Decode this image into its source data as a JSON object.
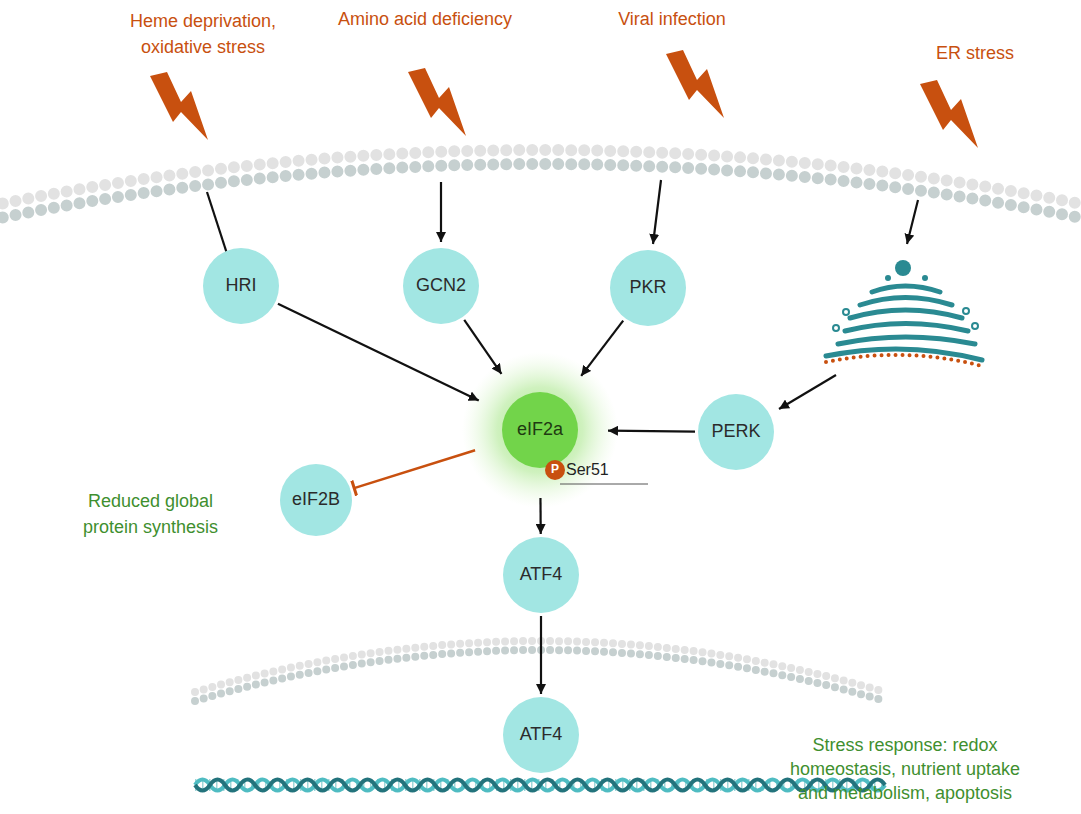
{
  "diagram": {
    "nodes": [
      {
        "text": [
          "HRI"
        ]
      },
      {
        "text": [
          "GCN2"
        ]
      },
      {
        "text": [
          "PKR"
        ]
      },
      {
        "text": [
          "eIF2a"
        ]
      },
      {
        "text": [
          "P"
        ],
        "in": 3
      },
      {
        "text": [
          "PERK"
        ]
      },
      {
        "text": [
          "eIF2B"
        ]
      },
      {
        "text": [
          "ATF4"
        ]
      },
      {
        "text": [
          "ATF4"
        ]
      }
    ],
    "edges": [
      {
        "from": 0,
        "to": 3,
        "arrow": "to"
      },
      {
        "from": 1,
        "to": 3,
        "arrow": "to"
      },
      {
        "from": 2,
        "to": 3,
        "arrow": "to"
      },
      {
        "from": 5,
        "to": 3,
        "arrow": "to"
      },
      {
        "from": 3,
        "to": 6,
        "arrow": "to"
      },
      {
        "from": 3,
        "to": 7,
        "arrow": "to"
      },
      {
        "from": 7,
        "to": 8,
        "arrow": "to"
      }
    ],
    "labels": [
      "Heme deprivation, oxidative stress",
      "Amino acid deficiency",
      "Viral infection",
      "ER stress",
      "Ser51",
      "Reduced global protein synthesis",
      "Stress response: redox homeostasis, nutrient uptake and metabolism, apoptosis"
    ]
  }
}
